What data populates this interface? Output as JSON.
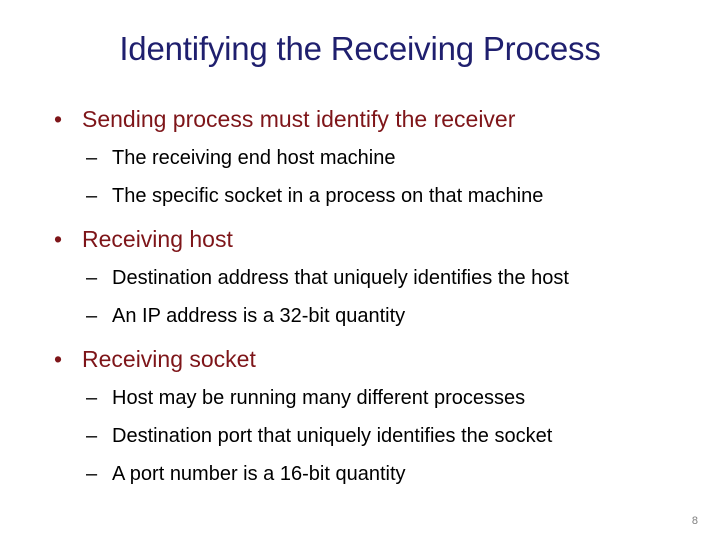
{
  "slide": {
    "title": "Identifying the Receiving Process",
    "page_number": "8",
    "colors": {
      "background": "#ffffff",
      "title": "#1f1f6e",
      "level1_text": "#7e1519",
      "level2_text": "#000000",
      "page_number": "#808080"
    },
    "markers": {
      "level1": "•",
      "level2": "–"
    },
    "groups": [
      {
        "heading": "Sending process must identify the receiver",
        "items": [
          "The receiving end host machine",
          "The specific socket in a process on that machine"
        ]
      },
      {
        "heading": "Receiving host",
        "items": [
          "Destination address that uniquely identifies the host",
          "An IP address is a 32-bit quantity"
        ]
      },
      {
        "heading": "Receiving socket",
        "items": [
          "Host may be running many different processes",
          "Destination port that uniquely identifies the socket",
          "A port number is a 16-bit quantity"
        ]
      }
    ]
  }
}
